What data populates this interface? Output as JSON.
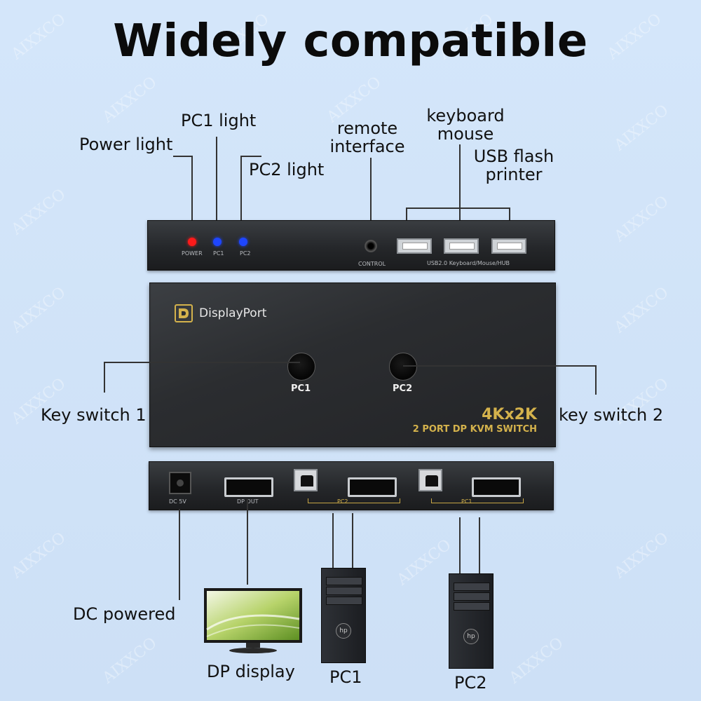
{
  "title": "Widely compatible",
  "watermark": "AIXXCO",
  "labels": {
    "power_light": "Power light",
    "pc1_light": "PC1 light",
    "pc2_light": "PC2 light",
    "remote_line1": "remote",
    "remote_line2": "interface",
    "keyboard": "keyboard",
    "mouse": "mouse",
    "usb_flash": "USB flash",
    "printer": "printer",
    "key_switch_1": "Key switch 1",
    "key_switch_2": "key switch 2",
    "dc_powered": "DC powered",
    "dp_display": "DP display",
    "pc1": "PC1",
    "pc2": "PC2"
  },
  "device_front": {
    "power": "POWER",
    "pc1": "PC1",
    "pc2": "PC2",
    "control": "CONTROL",
    "usb_hub": "USB2.0 Keyboard/Mouse/HUB"
  },
  "device_top": {
    "brand": "DisplayPort",
    "button1": "PC1",
    "button2": "PC2",
    "resolution": "4Kx2K",
    "model": "2 PORT DP KVM SWITCH"
  },
  "device_back": {
    "dc": "DC 5V",
    "dp_out": "DP OUT",
    "pc2": "PC2",
    "pc1": "PC1"
  },
  "colors": {
    "power_led": "#ff1a1a",
    "pc_led": "#1e46ff",
    "accent": "#d4b24c"
  }
}
